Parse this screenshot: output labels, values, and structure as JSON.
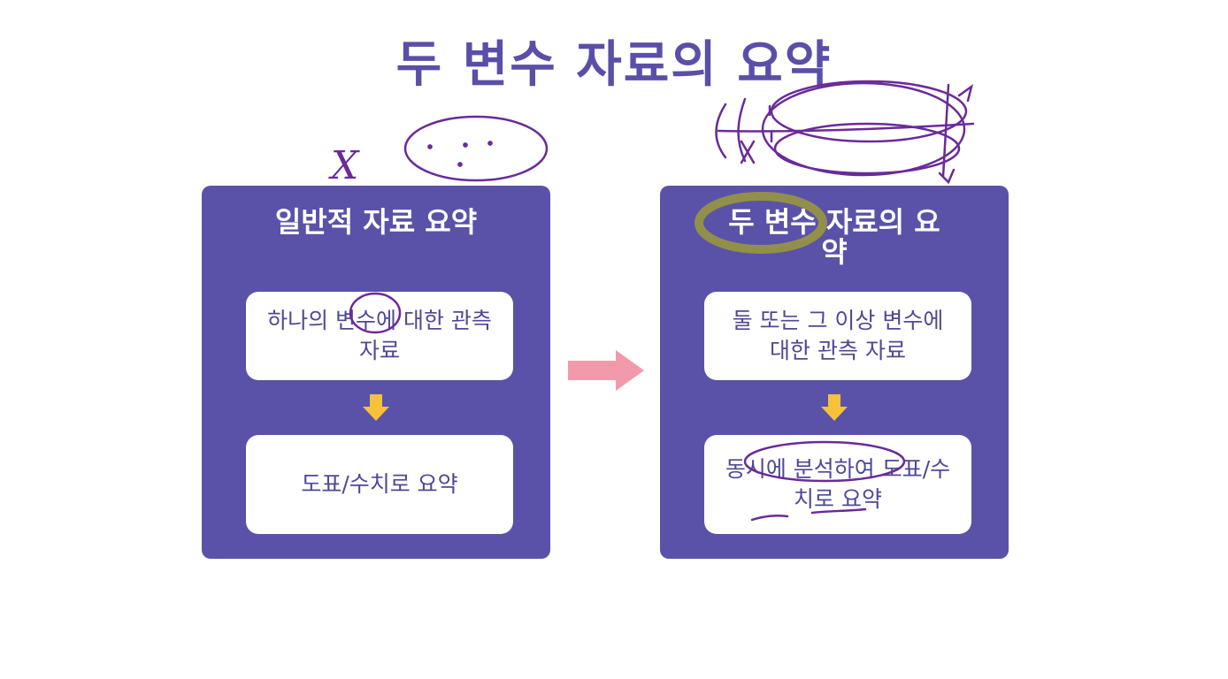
{
  "title": "두 변수 자료의 요약",
  "left_panel": {
    "title": "일반적 자료 요약",
    "top_card": "하나의 변수에 대한 관측 자료",
    "bottom_card": "도표/수치로 요약"
  },
  "right_panel": {
    "title": "두 변수 자료의 요약",
    "top_card": "둘 또는 그 이상 변수에 대한 관측 자료",
    "bottom_card": "동시에 분석하여 도표/수치로 요약"
  },
  "annotations": {
    "x_mark": "X"
  },
  "colors": {
    "title": "#5a4fa8",
    "panel": "#5a52a8",
    "card_text": "#4f4896",
    "down_arrow": "#f5c23a",
    "transition_arrow": "#f29aab",
    "highlighter": "#f7ee6a",
    "pen": "#6a2a9a"
  },
  "icons": [
    "arrow-down-icon",
    "arrow-right-icon"
  ]
}
